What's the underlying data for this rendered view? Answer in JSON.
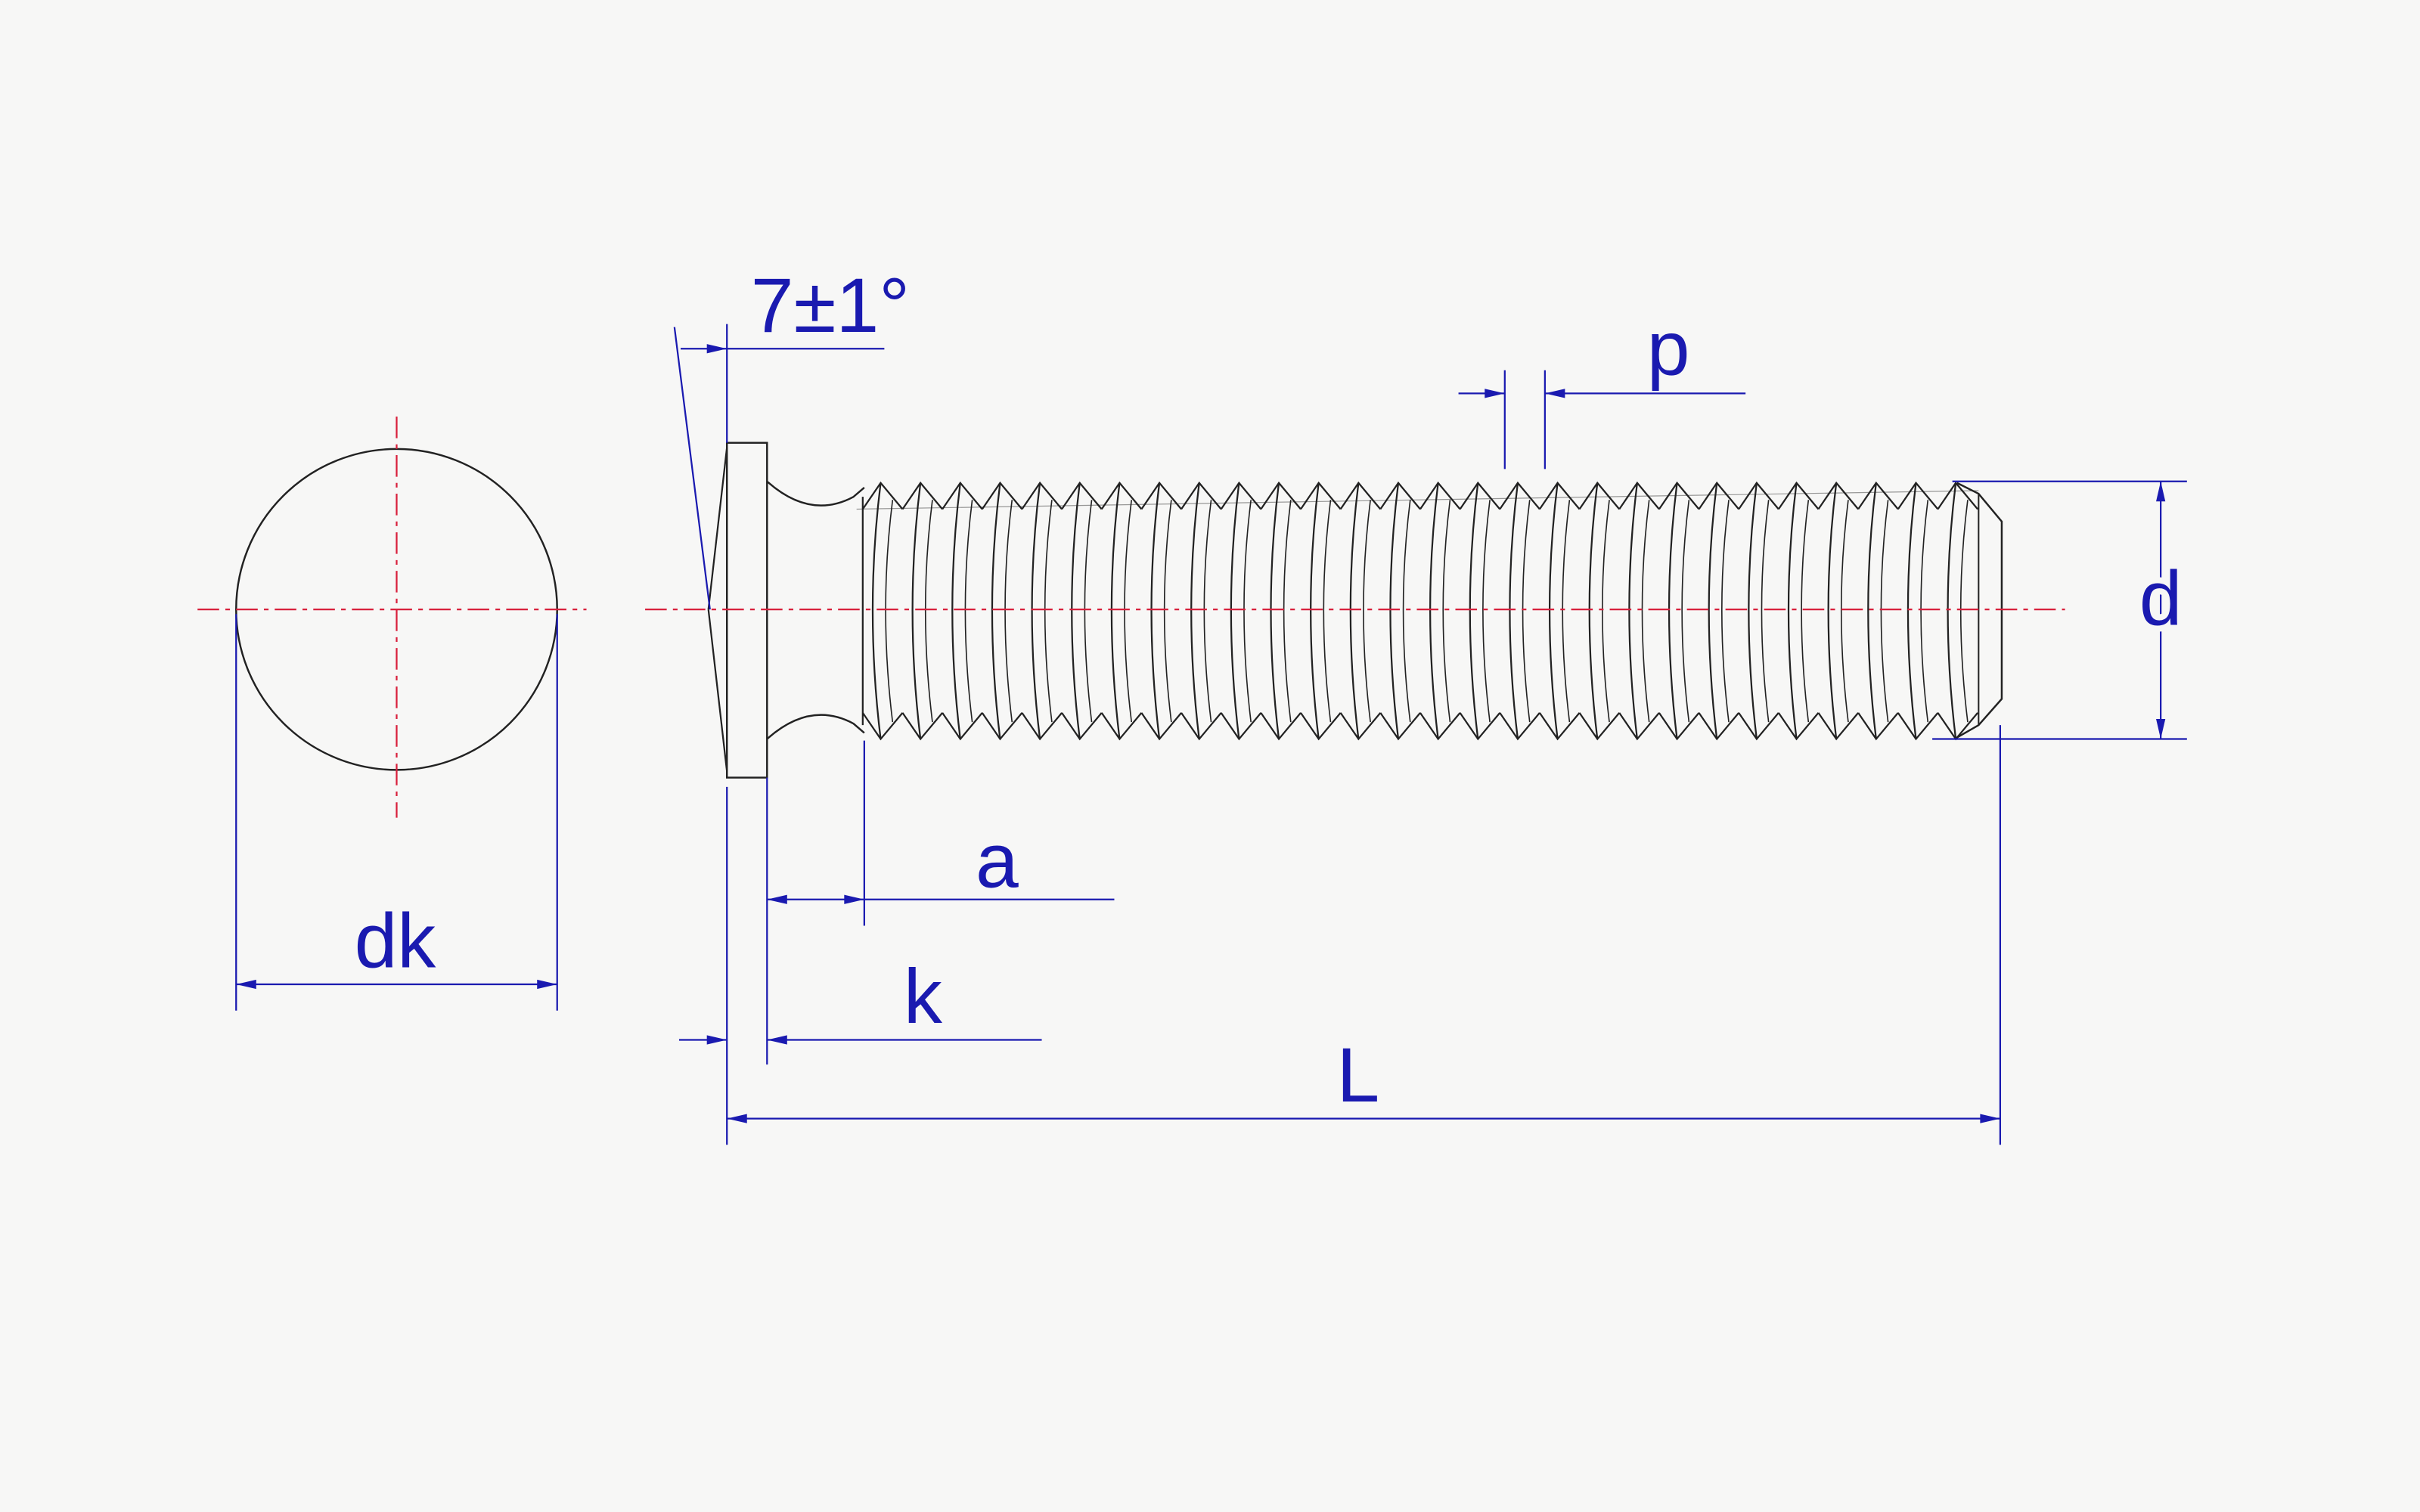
{
  "diagram": {
    "labels": {
      "angle": "7±1°",
      "pitch": "p",
      "diameter": "d",
      "head_diameter": "dk",
      "undercut": "a",
      "head_height": "k",
      "length": "L"
    },
    "colors": {
      "outline": "#222222",
      "dimension": "#1a1ab0",
      "centerline": "#d8203c",
      "background": "#f7f7f6"
    }
  }
}
